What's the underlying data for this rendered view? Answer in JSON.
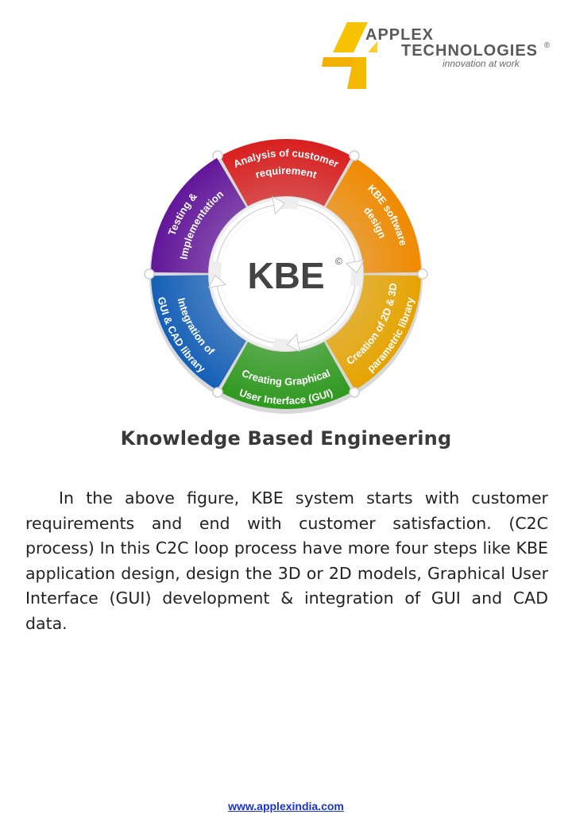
{
  "logo": {
    "line1": "APPLEX",
    "line2": "TECHNOLOGIES",
    "registered": "®",
    "tagline": "innovation at work",
    "colors": {
      "primary": "#f5b800",
      "text": "#5a5a5a"
    }
  },
  "diagram": {
    "center_label": "KBE",
    "center_mark": "©",
    "segments": [
      {
        "lines": [
          "Analysis of customer",
          "requirement"
        ],
        "color": "#d81f1f"
      },
      {
        "lines": [
          "KBE software",
          "design"
        ],
        "color": "#f08a00"
      },
      {
        "lines": [
          "Creation of 2D & 3D",
          "parametric library"
        ],
        "color": "#e6a400"
      },
      {
        "lines": [
          "Creating Graphical",
          "User Interface (GUI)"
        ],
        "color": "#2e9a1e"
      },
      {
        "lines": [
          "Integration of",
          "GUI & CAD library"
        ],
        "color": "#1560b8"
      },
      {
        "lines": [
          "Testing &",
          "Implementation"
        ],
        "color": "#62169a"
      }
    ]
  },
  "title": "Knowledge Based Engineering",
  "body_text": "In the above figure, KBE  system starts with customer requirements and end with customer satisfaction. (C2C process) In this C2C loop process have more four steps like KBE application design, design the 3D or 2D models, Graphical User Interface (GUI) development & integration of GUI and CAD data.",
  "footer": {
    "website": "www.applexindia.com"
  }
}
